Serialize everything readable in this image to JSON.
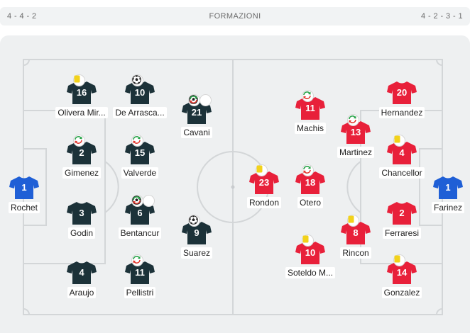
{
  "header": {
    "home_formation": "4 - 4 - 2",
    "title": "FORMAZIONI",
    "away_formation": "4 - 2 - 3 - 1"
  },
  "colors": {
    "home_outfield": "#1c3239",
    "home_keeper": "#1f5fd6",
    "away_outfield": "#e8203a",
    "away_keeper": "#1f5fd6",
    "yellow_card": "#f2d21b",
    "sub_green": "#29a34a",
    "sub_red": "#e23a32"
  },
  "players": [
    {
      "team": "home",
      "role": "gk",
      "number": "1",
      "name": "Rochet",
      "badges": []
    },
    {
      "team": "home",
      "role": "out",
      "number": "16",
      "name": "Olivera Mir...",
      "badges": [
        "yellow-card"
      ]
    },
    {
      "team": "home",
      "role": "out",
      "number": "2",
      "name": "Gimenez",
      "badges": [
        "substitution"
      ]
    },
    {
      "team": "home",
      "role": "out",
      "number": "3",
      "name": "Godin",
      "badges": []
    },
    {
      "team": "home",
      "role": "out",
      "number": "4",
      "name": "Araujo",
      "badges": []
    },
    {
      "team": "home",
      "role": "out",
      "number": "10",
      "name": "De Arrasca...",
      "badges": [
        "goal"
      ]
    },
    {
      "team": "home",
      "role": "out",
      "number": "15",
      "name": "Valverde",
      "badges": [
        "substitution"
      ]
    },
    {
      "team": "home",
      "role": "out",
      "number": "6",
      "name": "Bentancur",
      "badges": [
        "goal",
        "substitution"
      ]
    },
    {
      "team": "home",
      "role": "out",
      "number": "11",
      "name": "Pellistri",
      "badges": [
        "substitution"
      ]
    },
    {
      "team": "home",
      "role": "out",
      "number": "21",
      "name": "Cavani",
      "badges": [
        "goal",
        "substitution"
      ]
    },
    {
      "team": "home",
      "role": "out",
      "number": "9",
      "name": "Suarez",
      "badges": [
        "goal"
      ]
    },
    {
      "team": "away",
      "role": "gk",
      "number": "1",
      "name": "Farinez",
      "badges": []
    },
    {
      "team": "away",
      "role": "out",
      "number": "20",
      "name": "Hernandez",
      "badges": []
    },
    {
      "team": "away",
      "role": "out",
      "number": "4",
      "name": "Chancellor",
      "badges": [
        "yellow-card"
      ]
    },
    {
      "team": "away",
      "role": "out",
      "number": "2",
      "name": "Ferraresi",
      "badges": []
    },
    {
      "team": "away",
      "role": "out",
      "number": "14",
      "name": "Gonzalez",
      "badges": [
        "yellow-card"
      ]
    },
    {
      "team": "away",
      "role": "out",
      "number": "13",
      "name": "Martinez",
      "badges": [
        "substitution"
      ]
    },
    {
      "team": "away",
      "role": "out",
      "number": "8",
      "name": "Rincon",
      "badges": [
        "yellow-card"
      ]
    },
    {
      "team": "away",
      "role": "out",
      "number": "11",
      "name": "Machis",
      "badges": [
        "substitution"
      ]
    },
    {
      "team": "away",
      "role": "out",
      "number": "18",
      "name": "Otero",
      "badges": [
        "substitution"
      ]
    },
    {
      "team": "away",
      "role": "out",
      "number": "10",
      "name": "Soteldo M...",
      "badges": [
        "yellow-card"
      ]
    },
    {
      "team": "away",
      "role": "out",
      "number": "23",
      "name": "Rondon",
      "badges": [
        "yellow-card"
      ]
    }
  ]
}
